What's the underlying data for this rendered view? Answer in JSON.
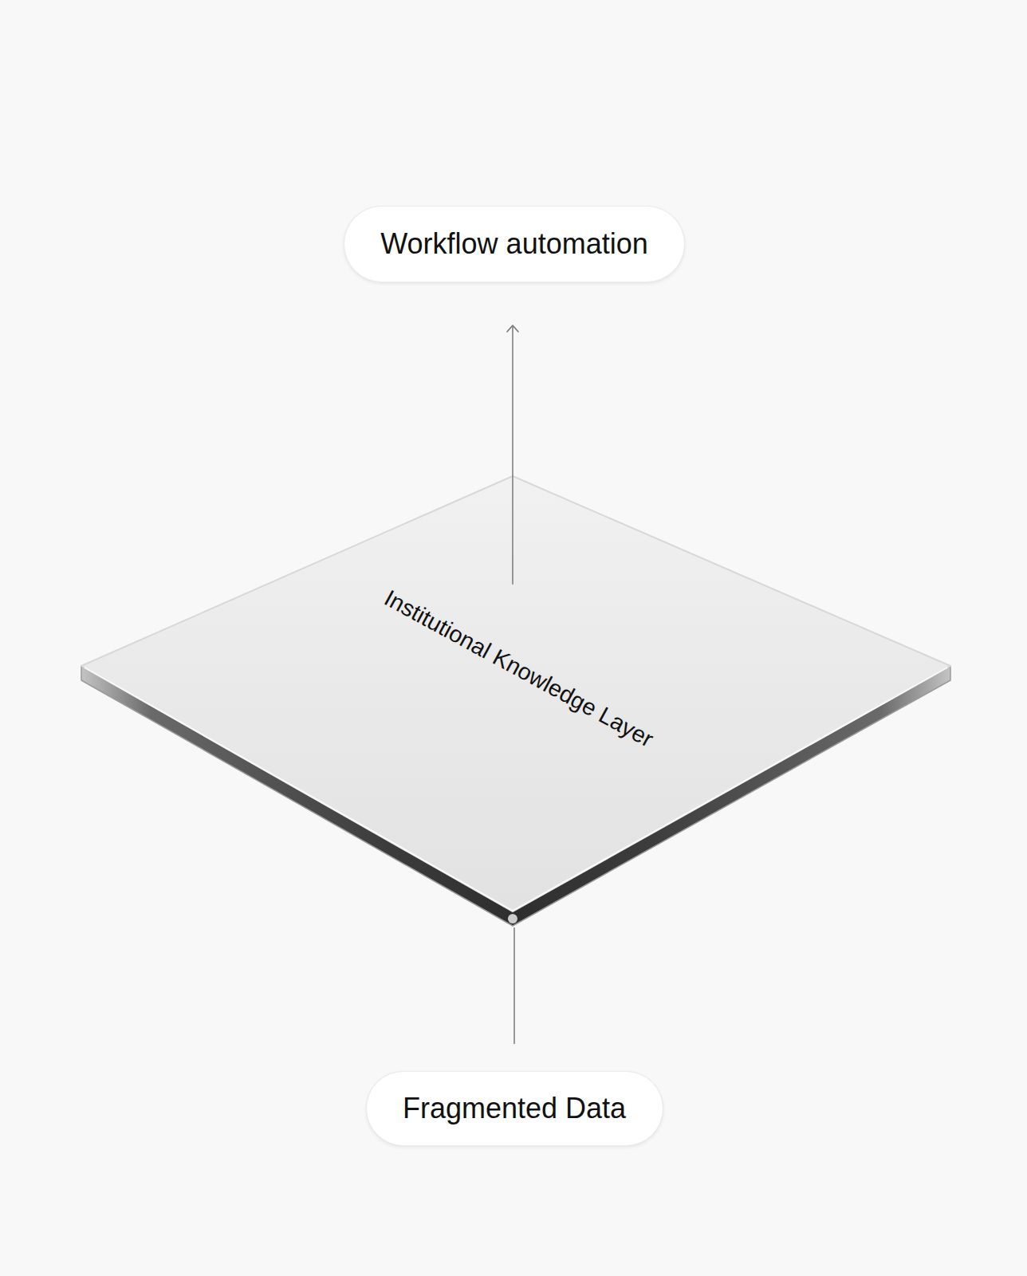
{
  "diagram": {
    "nodes": [
      {
        "text": [
          "Workflow automation"
        ]
      },
      {
        "text": [
          "Institutional Knowledge Layer"
        ]
      },
      {
        "text": [
          "Fragmented Data"
        ]
      }
    ],
    "edges": [
      {
        "from": 2,
        "to": 1,
        "arrow": "none"
      },
      {
        "from": 1,
        "to": 0,
        "arrow": "to"
      }
    ]
  }
}
